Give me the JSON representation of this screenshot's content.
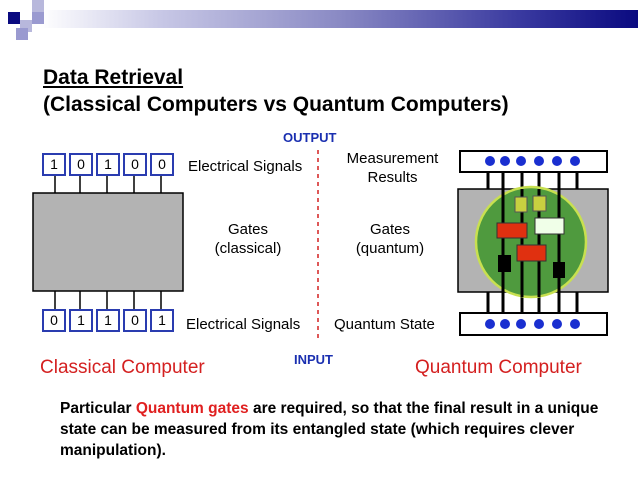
{
  "title_line1": "Data Retrieval",
  "title_line2": "(Classical Computers vs Quantum Computers)",
  "output_label": "OUTPUT",
  "input_label": "INPUT",
  "classical": {
    "output_bits": [
      "1",
      "0",
      "1",
      "0",
      "0"
    ],
    "input_bits": [
      "0",
      "1",
      "1",
      "0",
      "1"
    ],
    "top_label": "Electrical Signals",
    "gates_label_1": "Gates",
    "gates_label_2": "(classical)",
    "bottom_label": "Electrical Signals",
    "name": "Classical Computer"
  },
  "quantum": {
    "top_label_1": "Measurement",
    "top_label_2": "Results",
    "gates_label_1": "Gates",
    "gates_label_2": "(quantum)",
    "bottom_label": "Quantum State",
    "name": "Quantum Computer"
  },
  "caption": {
    "part1": "Particular ",
    "highlight": "Quantum gates",
    "part2": " are required, so that the final result in a unique state can be measured from its entangled state (which requires clever manipulation)."
  },
  "colors": {
    "accent_blue": "#1a2fb0",
    "accent_red": "#d42020",
    "green": "#4f9a3e"
  }
}
